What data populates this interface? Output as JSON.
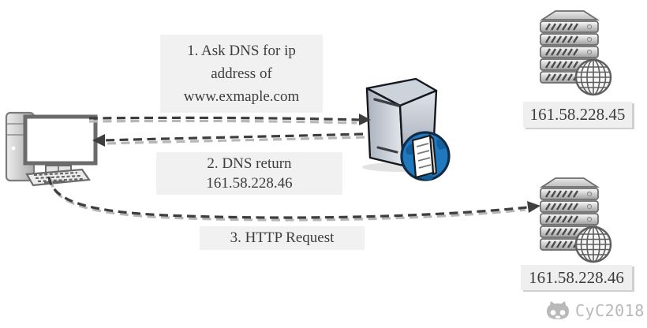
{
  "diagram": {
    "type": "dns-resolution-flow",
    "steps": {
      "step1": {
        "line1": "1. Ask DNS for ip",
        "line2": "address of",
        "line3": "www.exmaple.com"
      },
      "step2": {
        "line1": "2. DNS return",
        "line2": "161.58.228.46"
      },
      "step3": {
        "label": "3. HTTP Request"
      }
    },
    "nodes": {
      "client": {
        "icon": "desktop-computer"
      },
      "dns_server": {
        "icon": "tower-server-with-document-badge"
      },
      "web_server_1": {
        "icon": "rack-server-with-globe",
        "ip": "161.58.228.45"
      },
      "web_server_2": {
        "icon": "rack-server-with-globe",
        "ip": "161.58.228.46"
      }
    },
    "arrows": [
      {
        "name": "dns-request",
        "from": "client",
        "to": "dns_server",
        "style": "dashed"
      },
      {
        "name": "dns-response",
        "from": "dns_server",
        "to": "client",
        "style": "dashed"
      },
      {
        "name": "http-request",
        "from": "client",
        "to": "web_server_2",
        "style": "dashed-curve"
      }
    ],
    "watermark": {
      "text": "CyC2018",
      "icon": "cat-logo"
    },
    "colors": {
      "note_background": "#f1f1f1",
      "text": "#3d3d3d",
      "arrow_dark": "#3e3e3e",
      "arrow_light": "#b7b7b7",
      "badge_blue": "#2079be",
      "badge_blue_dark": "#115f9d",
      "watermark_gray": "#b9b9b9"
    }
  }
}
